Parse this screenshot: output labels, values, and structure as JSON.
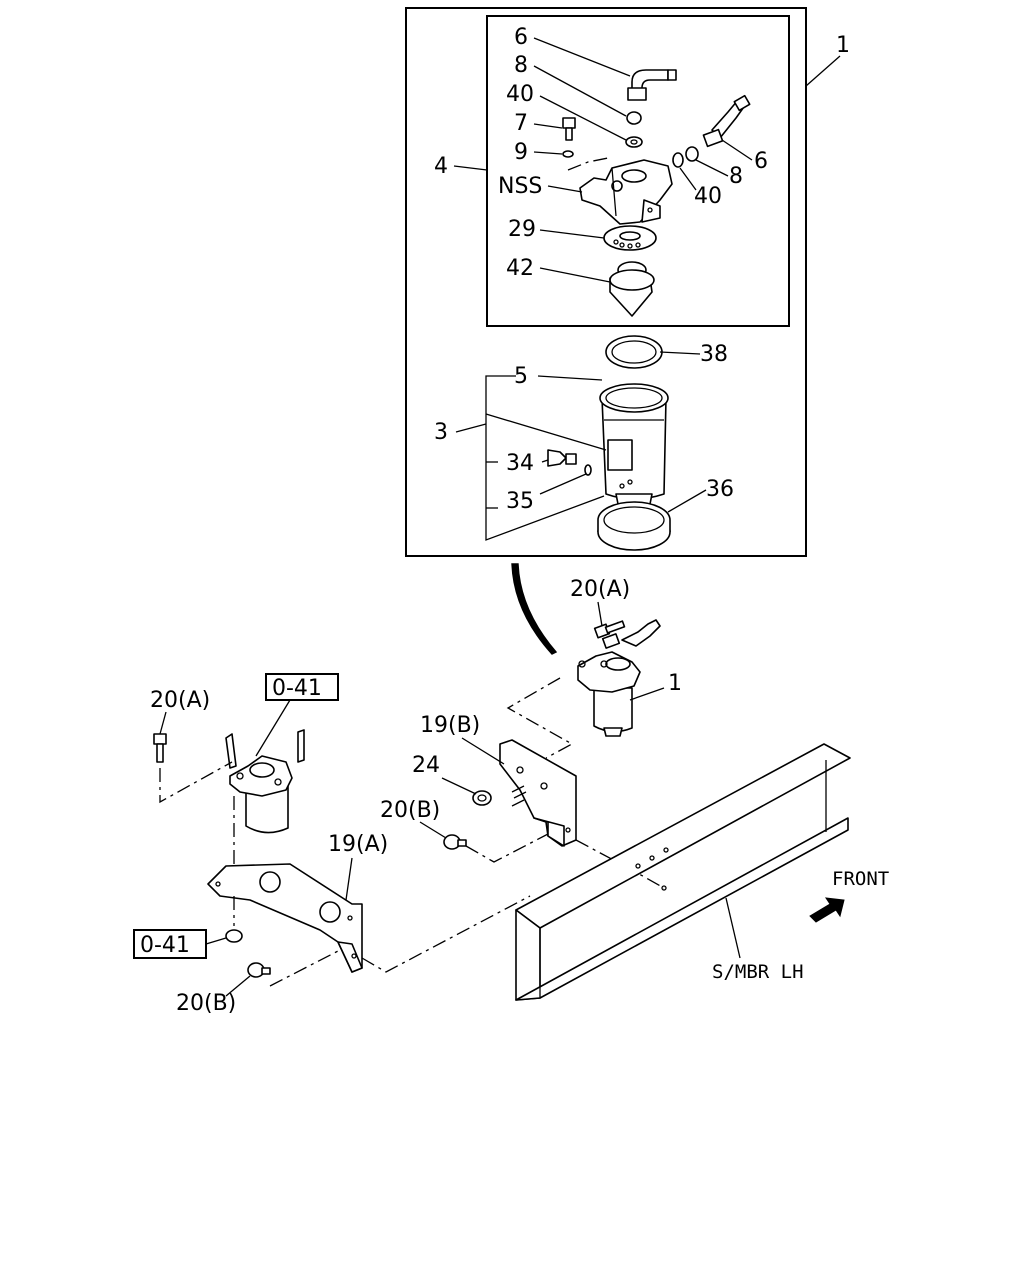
{
  "callouts": {
    "c1_top": "1",
    "c1_mid": "1",
    "c3": "3",
    "c4": "4",
    "c5": "5",
    "c6_top": "6",
    "c6_right": "6",
    "c7": "7",
    "c8_top": "8",
    "c8_right": "8",
    "c9": "9",
    "c19a": "19(A)",
    "c19b": "19(B)",
    "c20a_mid": "20(A)",
    "c20a_left": "20(A)",
    "c20b_mid": "20(B)",
    "c20b_bottom": "20(B)",
    "c24": "24",
    "c29": "29",
    "c34": "34",
    "c35": "35",
    "c36": "36",
    "c38": "38",
    "c40_top": "40",
    "c40_right": "40",
    "c42": "42",
    "nss": "NSS"
  },
  "refs": {
    "ref_upper": "0-41",
    "ref_lower": "0-41"
  },
  "notes": {
    "front": "FRONT",
    "smbr": "S/MBR LH"
  }
}
